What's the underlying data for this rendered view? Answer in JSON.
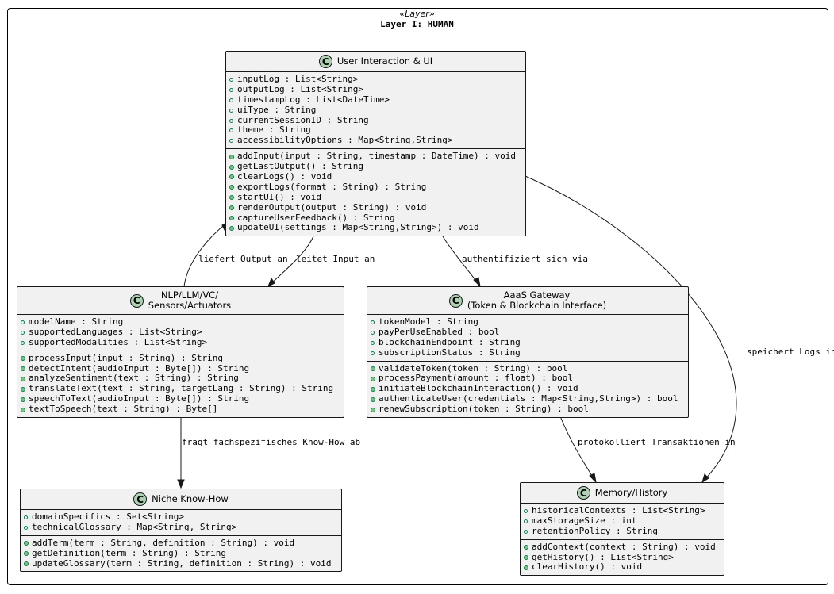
{
  "layer": {
    "stereotype": "«Layer»",
    "title": "Layer I: HUMAN"
  },
  "classes": {
    "ui": {
      "icon": "C",
      "name": "User Interaction & UI",
      "attributes": [
        "inputLog : List<String>",
        "outputLog : List<String>",
        "timestampLog : List<DateTime>",
        "uiType : String",
        "currentSessionID : String",
        "theme : String",
        "accessibilityOptions : Map<String,String>"
      ],
      "methods": [
        "addInput(input : String, timestamp : DateTime) : void",
        "getLastOutput() : String",
        "clearLogs() : void",
        "exportLogs(format : String) : String",
        "startUI() : void",
        "renderOutput(output : String) : void",
        "captureUserFeedback() : String",
        "updateUI(settings : Map<String,String>) : void"
      ]
    },
    "nlp": {
      "icon": "C",
      "name": "NLP/LLM/VC/",
      "name2": "Sensors/Actuators",
      "attributes": [
        "modelName : String",
        "supportedLanguages : List<String>",
        "supportedModalities : List<String>"
      ],
      "methods": [
        "processInput(input : String) : String",
        "detectIntent(audioInput : Byte[]) : String",
        "analyzeSentiment(text : String) : String",
        "translateText(text : String, targetLang : String) : String",
        "speechToText(audioInput : Byte[]) : String",
        "textToSpeech(text : String) : Byte[]"
      ]
    },
    "aaas": {
      "icon": "C",
      "name": "AaaS Gateway",
      "name2": "(Token & Blockchain Interface)",
      "attributes": [
        "tokenModel : String",
        "payPerUseEnabled : bool",
        "blockchainEndpoint : String",
        "subscriptionStatus : String"
      ],
      "methods": [
        "validateToken(token : String) : bool",
        "processPayment(amount : float) : bool",
        "initiateBlockchainInteraction() : void",
        "authenticateUser(credentials : Map<String,String>) : bool",
        "renewSubscription(token : String) : bool"
      ]
    },
    "niche": {
      "icon": "C",
      "name": "Niche Know-How",
      "attributes": [
        "domainSpecifics : Set<String>",
        "technicalGlossary : Map<String, String>"
      ],
      "methods": [
        "addTerm(term : String, definition : String) : void",
        "getDefinition(term : String) : String",
        "updateGlossary(term : String, definition : String) : void"
      ]
    },
    "memory": {
      "icon": "C",
      "name": "Memory/History",
      "attributes": [
        "historicalContexts : List<String>",
        "maxStorageSize : int",
        "retentionPolicy : String"
      ],
      "methods": [
        "addContext(context : String) : void",
        "getHistory() : List<String>",
        "clearHistory() : void"
      ]
    }
  },
  "edges": {
    "liefert": "liefert Output an",
    "leitet": "leitet Input an",
    "auth": "authentifiziert sich via",
    "speichert": "speichert Logs in",
    "fragt": "fragt fachspezifisches Know-How ab",
    "protokolliert": "protokolliert Transaktionen in"
  }
}
